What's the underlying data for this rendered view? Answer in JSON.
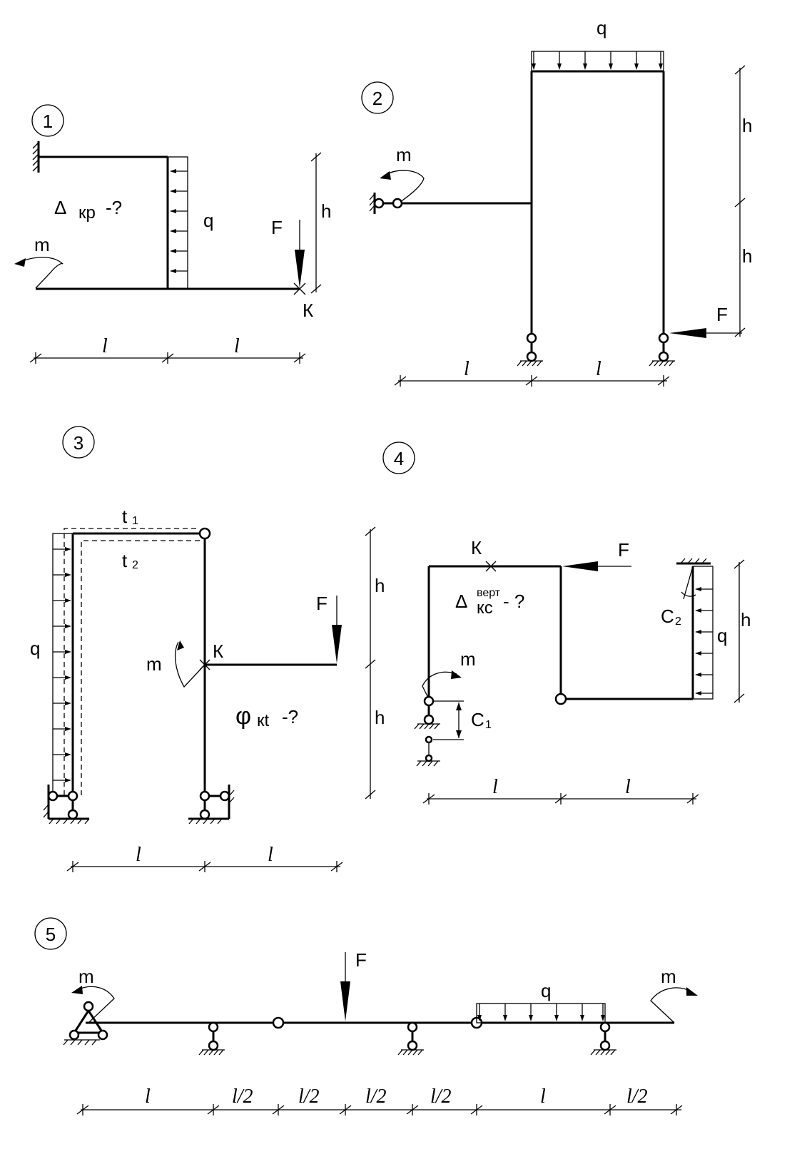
{
  "labels": {
    "n1": "1",
    "n2": "2",
    "n3": "3",
    "n4": "4",
    "n5": "5",
    "m": "m",
    "q": "q",
    "F": "F",
    "h": "h",
    "K": "К",
    "l": "l",
    "l2": "l/2",
    "delta": "Δ",
    "kr": "кр",
    "q1": "-?",
    "t1": "t",
    "t1s": "1",
    "t2": "t",
    "t2s": "2",
    "phi": "φ",
    "kt": "кt",
    "q3": " -?",
    "vert": "верт",
    "kc": "кс",
    "q4": " - ?",
    "C": "C",
    "c1s": "1",
    "c2s": "2"
  }
}
